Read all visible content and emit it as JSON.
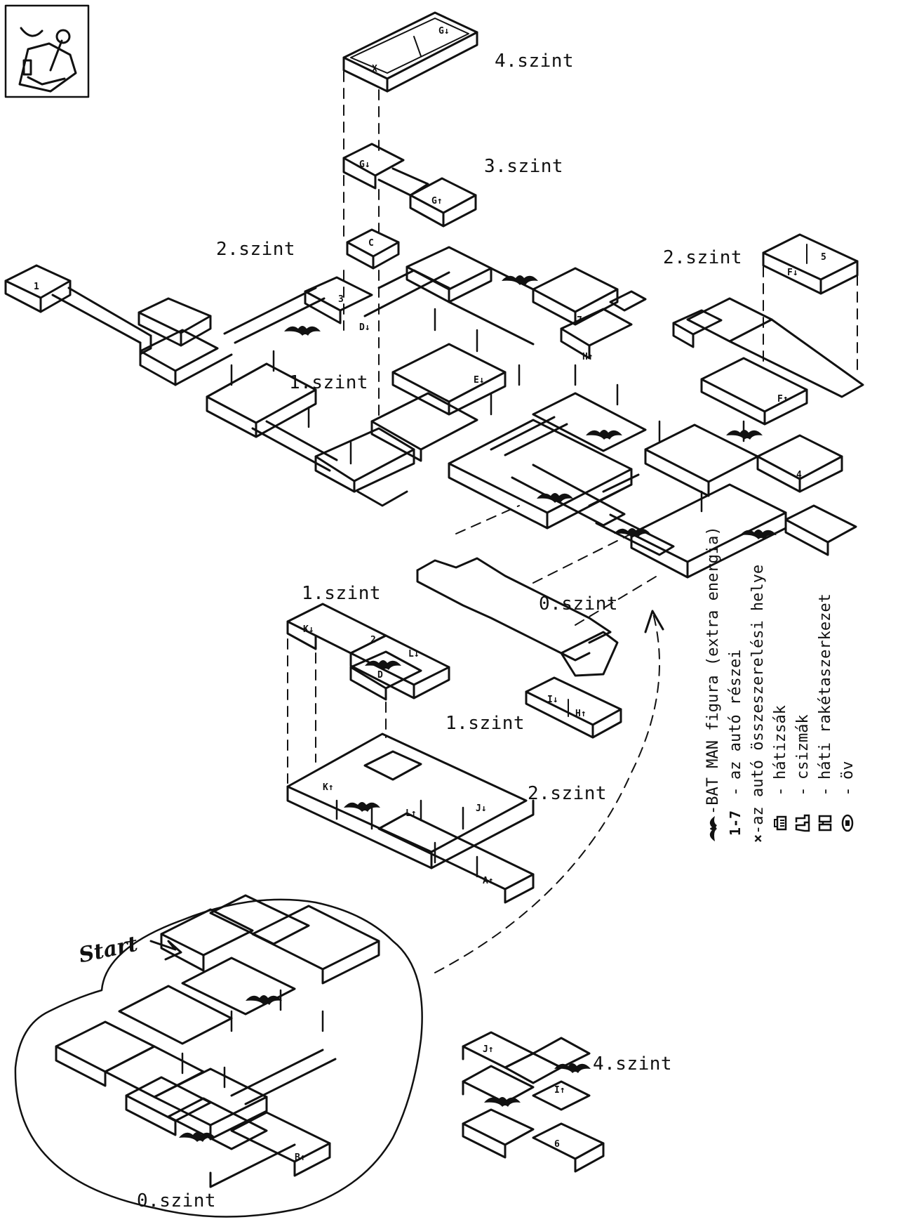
{
  "level_labels": {
    "top_4": "4.szint",
    "top_3": "3.szint",
    "upper_2_left": "2.szint",
    "upper_2_right": "2.szint",
    "upper_1": "1.szint",
    "mid_1a": "1.szint",
    "mid_0": "0.szint",
    "mid_1b": "1.szint",
    "mid_2": "2.szint",
    "bottom_4": "4.szint",
    "bottom_0": "0.szint"
  },
  "start_label": "Start",
  "room_markers": {
    "r1": "1",
    "r3": "3",
    "r7": "7",
    "r4": "4",
    "r5": "5",
    "r2": "2",
    "r6": "6",
    "x": "X",
    "g_down": "G↓",
    "g_up": "G↑",
    "c": "C",
    "d_down": "D↓",
    "e_down": "E↓",
    "f_down": "F↓",
    "f_up": "F↑",
    "h_up": "H↑",
    "k_down": "K↓",
    "l_down": "L↓",
    "d": "D",
    "i_down": "I↓",
    "h_up2": "H↑",
    "k_up": "K↑",
    "l_up": "L↑",
    "j_down": "J↓",
    "a_up": "A↑",
    "j_up": "J↑",
    "i_up": "I↑",
    "b_up": "B↑"
  },
  "legend": [
    {
      "symbol_name": "bat-icon",
      "symbol": "",
      "text": "BAT MAN figura (extra energia)"
    },
    {
      "symbol_name": "numbers-icon",
      "symbol": "1-7",
      "text": "az autó részei"
    },
    {
      "symbol_name": "cross-icon",
      "symbol": "×",
      "text": "az autó összeszerelési helye"
    },
    {
      "symbol_name": "backpack-icon",
      "symbol": "",
      "text": "hátizsák"
    },
    {
      "symbol_name": "boots-icon",
      "symbol": "",
      "text": "csizmák"
    },
    {
      "symbol_name": "jetpack-icon",
      "symbol": "",
      "text": "háti rakétaszerkezet"
    },
    {
      "symbol_name": "belt-icon",
      "symbol": "",
      "text": "öv"
    }
  ],
  "legend_dash": "-"
}
